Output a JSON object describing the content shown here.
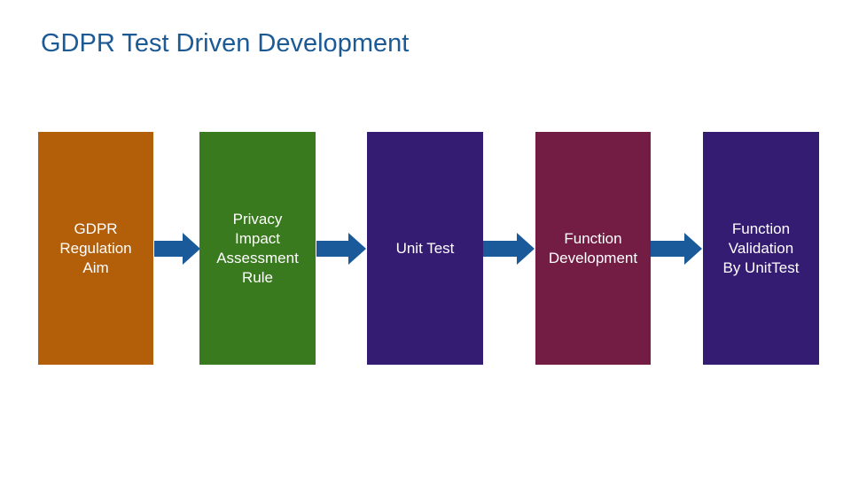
{
  "title": "GDPR Test Driven Development",
  "colors": {
    "title": "#1c5a96",
    "arrow": "#1a5a9a",
    "step_text": "#ffffff"
  },
  "steps": [
    {
      "label": "GDPR\nRegulation\nAim",
      "color": "#b35f0a"
    },
    {
      "label": "Privacy\nImpact\nAssessment\nRule",
      "color": "#3a7a1f"
    },
    {
      "label": "Unit Test",
      "color": "#341c72"
    },
    {
      "label": "Function\nDevelopment",
      "color": "#731d45"
    },
    {
      "label": "Function\nValidation\nBy UnitTest",
      "color": "#341c72"
    }
  ]
}
